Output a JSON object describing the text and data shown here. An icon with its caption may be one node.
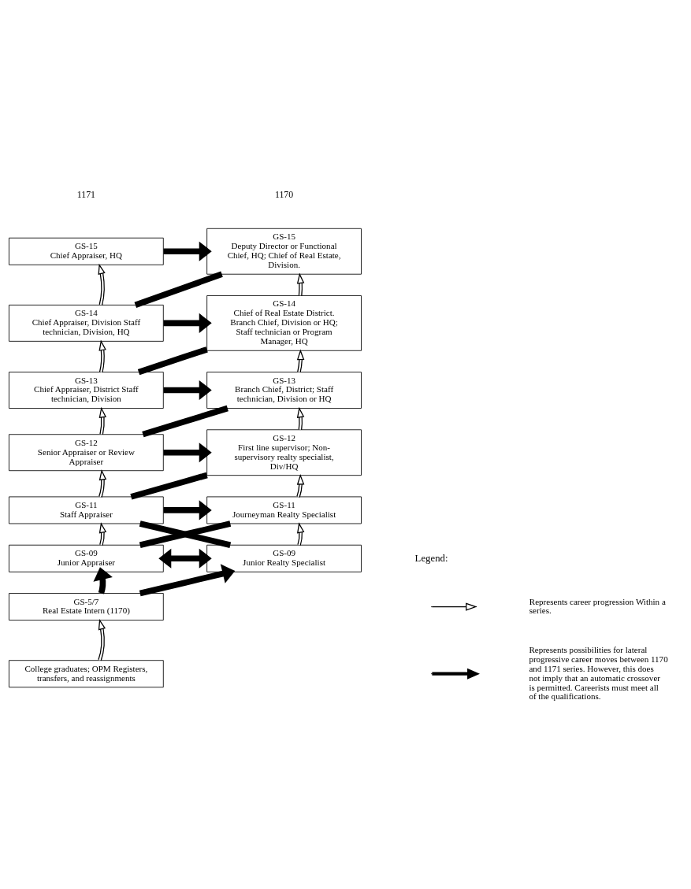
{
  "diagram": {
    "nodes": [
      {
        "text": [
          "GS-15",
          "Chief Appraiser, HQ"
        ]
      },
      {
        "text": [
          "GS-15",
          "Deputy Director or Functional Chief, HQ; Chief of Real Estate, Division."
        ]
      },
      {
        "text": [
          "GS-14",
          "Chief Appraiser, Division Staff technician, Division, HQ"
        ]
      },
      {
        "text": [
          "GS-14",
          "Chief of Real Estate District. Branch Chief, Division or HQ; Staff technician or Program Manager, HQ"
        ]
      },
      {
        "text": [
          "GS-13",
          "Chief Appraiser, District Staff technician, Division"
        ]
      },
      {
        "text": [
          "GS-13",
          "Branch Chief, District; Staff technician, Division or HQ"
        ]
      },
      {
        "text": [
          "GS-12",
          "Senior Appraiser or Review Appraiser"
        ]
      },
      {
        "text": [
          "GS-12",
          "First line supervisor; Non-supervisory realty specialist, Div/HQ"
        ]
      },
      {
        "text": [
          "GS-11",
          "Staff Appraiser"
        ]
      },
      {
        "text": [
          "GS-11",
          "Journeyman Realty Specialist"
        ]
      },
      {
        "text": [
          "GS-09",
          "Junior Appraiser"
        ]
      },
      {
        "text": [
          "GS-09",
          "Junior Realty Specialist"
        ]
      },
      {
        "text": [
          "GS-5/7",
          "Real Estate Intern (1170)"
        ]
      },
      {
        "text": [
          "College graduates; OPM Registers, transfers, and reassignments"
        ]
      }
    ],
    "edges": [
      {
        "from": 2,
        "to": 0,
        "arrow": "to"
      },
      {
        "from": 4,
        "to": 2,
        "arrow": "to"
      },
      {
        "from": 6,
        "to": 4,
        "arrow": "to"
      },
      {
        "from": 8,
        "to": 6,
        "arrow": "to"
      },
      {
        "from": 10,
        "to": 8,
        "arrow": "to"
      },
      {
        "from": 3,
        "to": 1,
        "arrow": "to"
      },
      {
        "from": 5,
        "to": 3,
        "arrow": "to"
      },
      {
        "from": 7,
        "to": 5,
        "arrow": "to"
      },
      {
        "from": 9,
        "to": 7,
        "arrow": "to"
      },
      {
        "from": 11,
        "to": 9,
        "arrow": "to"
      },
      {
        "from": 0,
        "to": 1,
        "arrow": "to"
      },
      {
        "from": 2,
        "to": 3,
        "arrow": "to"
      },
      {
        "from": 4,
        "to": 5,
        "arrow": "to"
      },
      {
        "from": 6,
        "to": 7,
        "arrow": "to"
      },
      {
        "from": 8,
        "to": 9,
        "arrow": "to"
      },
      {
        "from": 10,
        "to": 11,
        "arrow": "both"
      },
      {
        "from": 2,
        "to": 1,
        "arrow": "none"
      },
      {
        "from": 4,
        "to": 3,
        "arrow": "none"
      },
      {
        "from": 6,
        "to": 5,
        "arrow": "none"
      },
      {
        "from": 8,
        "to": 7,
        "arrow": "none"
      },
      {
        "from": 10,
        "to": 9,
        "arrow": "none"
      },
      {
        "from": 8,
        "to": 11,
        "arrow": "none"
      },
      {
        "from": 12,
        "to": 10,
        "arrow": "to"
      },
      {
        "from": 12,
        "to": 11,
        "arrow": "to"
      },
      {
        "from": 13,
        "to": 12,
        "arrow": "to"
      }
    ],
    "labels": [
      "1171",
      "1170",
      "Legend:"
    ],
    "legend": [
      {
        "text": "Represents career progression Within a series."
      },
      {
        "text": "Represents possibilities for lateral progressive career moves between 1170 and 1171 series. However, this does not imply that an automatic crossover is permitted. Careerists must meet all of the qualifications."
      }
    ]
  }
}
